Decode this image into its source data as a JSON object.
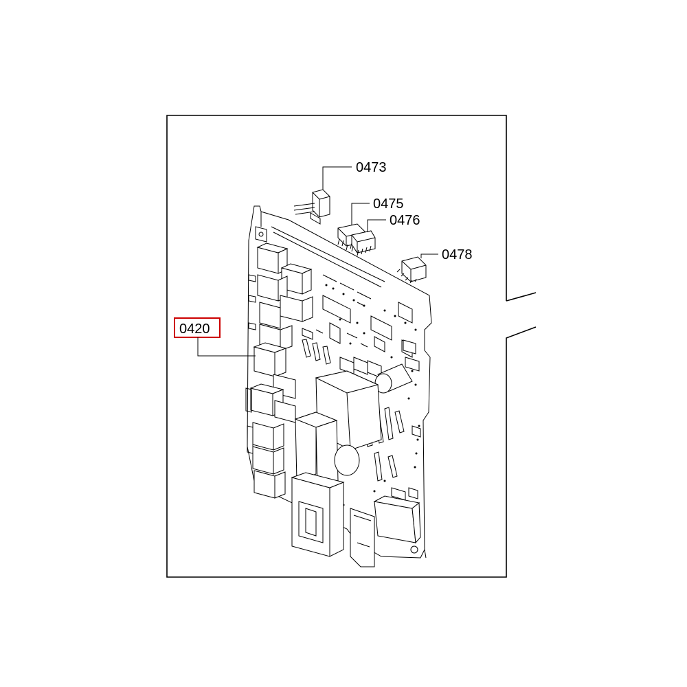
{
  "diagram": {
    "callouts": [
      {
        "id": "0473",
        "label": "0473"
      },
      {
        "id": "0475",
        "label": "0475"
      },
      {
        "id": "0476",
        "label": "0476"
      },
      {
        "id": "0478",
        "label": "0478"
      },
      {
        "id": "0420",
        "label": "0420",
        "highlighted": true
      }
    ],
    "colors": {
      "line": "#000000",
      "highlight": "#cc0000",
      "background": "#ffffff"
    }
  }
}
